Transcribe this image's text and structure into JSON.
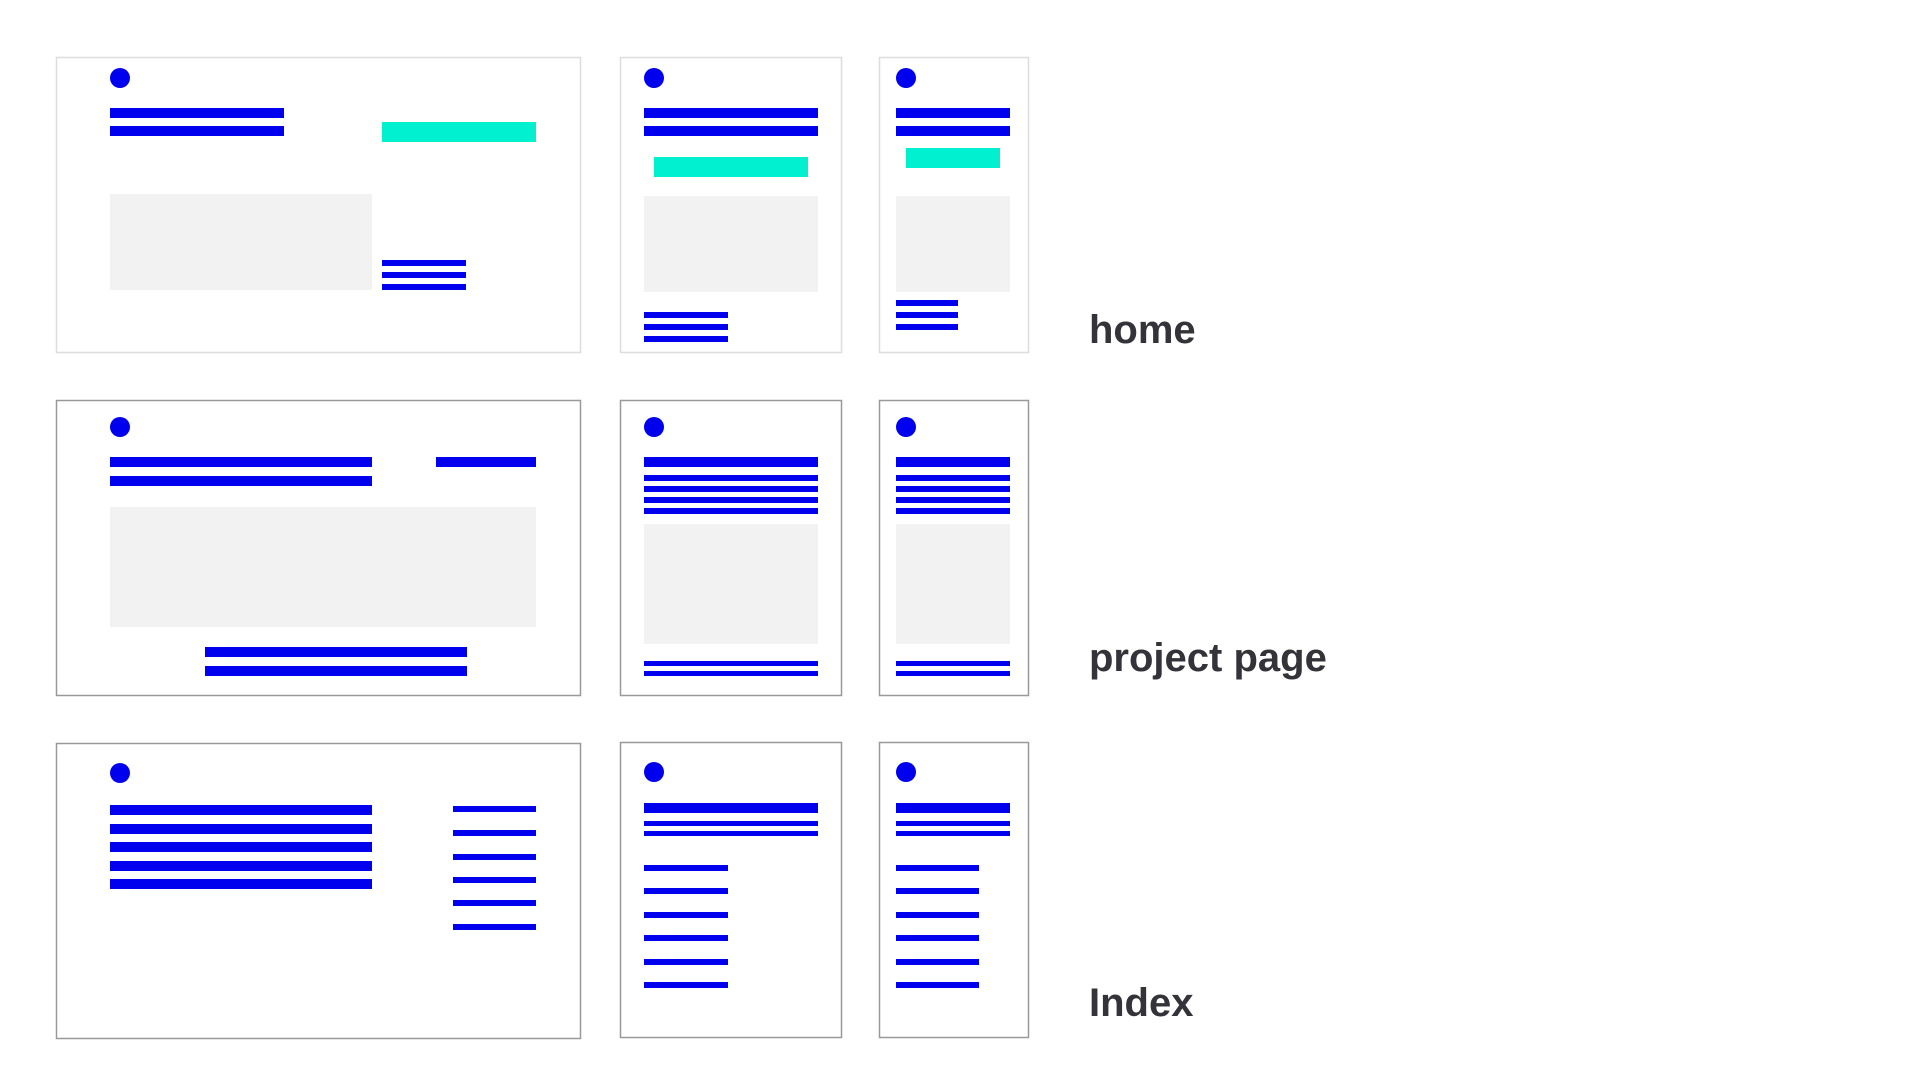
{
  "colors": {
    "accent_blue": "#0000ee",
    "accent_cyan": "#00f0d0",
    "placeholder_gray": "#f2f2f2",
    "frame_border_light": "#dddddd",
    "frame_border_dark": "#999999",
    "label_text": "#333339"
  },
  "rows": [
    {
      "id": "home",
      "label": "home"
    },
    {
      "id": "project",
      "label": "project page"
    },
    {
      "id": "index",
      "label": "Index"
    }
  ]
}
